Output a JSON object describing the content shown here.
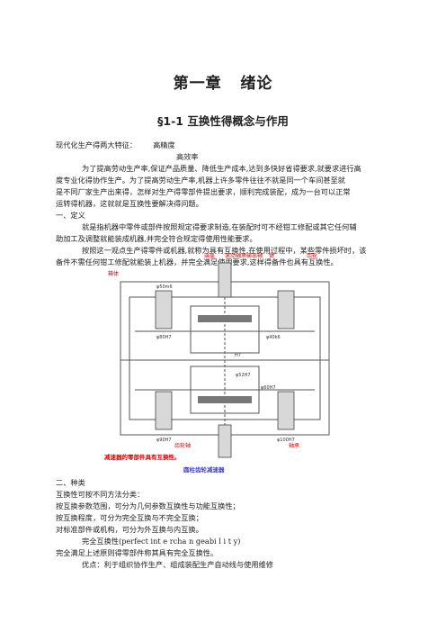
{
  "chapter_title": "第一章   绪论",
  "section_title": "§1-1  互换性得概念与作用",
  "features_label": "现代化生产得两大特征：",
  "features": [
    "高精度",
    "高效率"
  ],
  "paragraphs": {
    "p1": [
      "为了提高劳动生产率,保证产品质量、降低生产成本,达到多快好省得要求,就要求进行高",
      "度专业化得协作生产。为了提高劳动生产率,机器上许多零件往往不就是同一个车间甚至就",
      "是不同厂家生产出来得，怎样对生产得零部件提出要求，顺利完成装配，成为一台可以正常",
      "运转得机器，这就就是互换性要解决得问题。"
    ],
    "def_heading": "一、定义",
    "def": [
      "就是指机器中零件或部件按照规定得要求制造,在装配时可不经钳工修配或其它任何辅",
      "助加工及调整就能装成机器,并完全符合规定得使用性能要求。"
    ],
    "example": [
      "按照这一观点生产得零件或机器,就称为具有互换性.在使用过程中，某些零件损坏时，该",
      "备件不需任何钳工修配就能装上机器，并完全满足使用要求,这样得备件也具有互换性。"
    ]
  },
  "figure": {
    "labels": {
      "box": "箱体",
      "cover": "端盖",
      "input_shaft": "滚动轴承",
      "output_shaft": "输出轴",
      "key": "键",
      "gear": "齿轮",
      "gear_shaft": "齿轮轴",
      "bearing_seat": "轴承",
      "caption_red": "减速器的零部件具有互换性。",
      "caption": "圆柱齿轮减速器"
    },
    "dims": [
      "φ50m6",
      "φ80H7",
      "φ40k6",
      "φ60H7",
      "φ90H7",
      "H7",
      "φ52H7",
      "φ100H7"
    ]
  },
  "types": {
    "heading": "二、种类",
    "lines": [
      "互换性可按不同方法分类：",
      "按互换参数范围，可分为几何参数互换性与功能互换性；",
      "按互换程度，可分为完全互换与不完全互换；",
      "对标准部件或机构，可分为外互换与内互换。"
    ],
    "complete": "完全互换性(perfect int e rcha n geabi l i t y)",
    "complete_desc": "完全满足上述原则得零部件称其具有完全互换性。",
    "advantage": "优点：利于组织协作生产、组成装配生产自动线与使用维修"
  }
}
